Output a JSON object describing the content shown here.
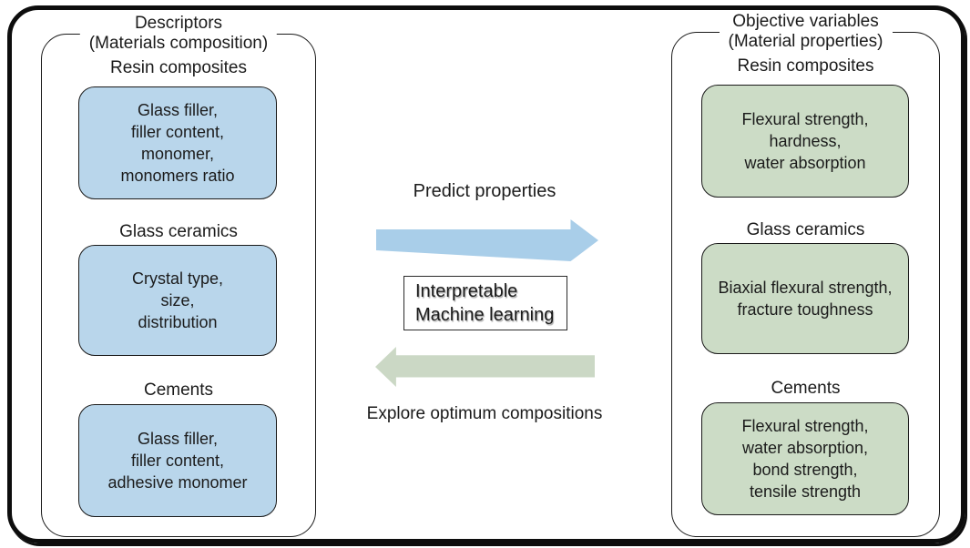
{
  "colors": {
    "blue_box": "#b9d6eb",
    "green_box": "#ccdcc6",
    "blue_arrow": "#a9cee9",
    "green_arrow": "#cbd8c5",
    "frame": "#0d0d0d",
    "text": "#1b1b1b"
  },
  "left_panel": {
    "title_line1": "Descriptors",
    "title_line2": "(Materials composition)",
    "groups": [
      {
        "label": "Resin composites",
        "lines": [
          "Glass filler,",
          "filler content,",
          "monomer,",
          "monomers ratio"
        ]
      },
      {
        "label": "Glass ceramics",
        "lines": [
          "Crystal type,",
          "size,",
          "distribution"
        ]
      },
      {
        "label": "Cements",
        "lines": [
          "Glass filler,",
          "filler content,",
          "adhesive monomer"
        ]
      }
    ]
  },
  "right_panel": {
    "title_line1": "Objective variables",
    "title_line2": "(Material properties)",
    "groups": [
      {
        "label": "Resin composites",
        "lines": [
          "Flexural strength,",
          "hardness,",
          "water absorption"
        ]
      },
      {
        "label": "Glass ceramics",
        "lines": [
          "Biaxial flexural strength,",
          "fracture toughness"
        ]
      },
      {
        "label": "Cements",
        "lines": [
          "Flexural strength,",
          "water absorption,",
          "bond strength,",
          "tensile strength"
        ]
      }
    ]
  },
  "center": {
    "predict_label": "Predict properties",
    "ml_box": {
      "line1": "Interpretable",
      "line2": "Machine learning"
    },
    "explore_label": "Explore optimum compositions"
  }
}
